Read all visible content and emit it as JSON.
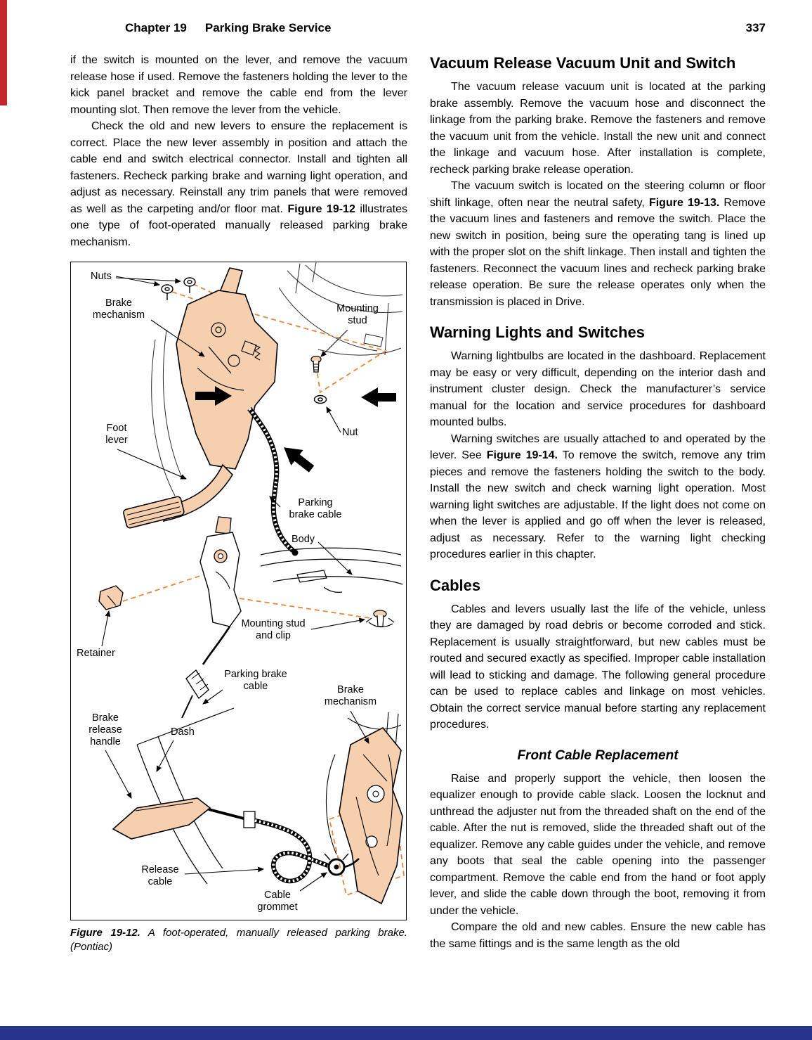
{
  "header": {
    "chapter_label": "Chapter 19",
    "chapter_title": "Parking Brake Service",
    "page_number": "337"
  },
  "accents": {
    "red_margin_bar_color": "#c1272d",
    "blue_footer_bar_color": "#27348b"
  },
  "left_column": {
    "p1": "if the switch is mounted on the lever, and remove the vacuum release hose if used. Remove the fasteners holding the lever to the kick panel bracket and remove the cable end from the lever mounting slot. Then remove the lever from the vehicle.",
    "p2": {
      "before": "Check the old and new levers to ensure the replacement is correct. Place the new lever assembly in position and attach the cable end and switch electrical connector. Install and tighten all fasteners. Recheck parking brake and warning light operation, and adjust as necessary. Reinstall any trim panels that were removed as well as the carpeting and/or floor mat. ",
      "bold": "Figure 19-12",
      "after": " illustrates one type of foot-operated manually released parking brake mechanism."
    }
  },
  "figure": {
    "labels": {
      "nuts": "Nuts",
      "brake_mechanism_top": "Brake\nmechanism",
      "mounting_stud": "Mounting\nstud",
      "foot_lever": "Foot\nlever",
      "nut": "Nut",
      "parking_brake_cable": "Parking\nbrake cable",
      "body": "Body",
      "mounting_stud_clip": "Mounting stud\nand clip",
      "retainer": "Retainer",
      "parking_brake_cable2": "Parking brake\ncable",
      "brake_mechanism_bottom": "Brake\nmechanism",
      "brake_release_handle": "Brake\nrelease\nhandle",
      "dash": "Dash",
      "release_cable": "Release\ncable",
      "cable_grommet": "Cable\ngrommet"
    },
    "caption": {
      "number": "Figure 19-12.",
      "text": " A foot-operated, manually released parking brake. (Pontiac)"
    },
    "colors": {
      "part_shading": "#f6d0ae",
      "assembly_dashed_lines": "#ee8434"
    }
  },
  "right_column": {
    "h_vacuum": "Vacuum Release Vacuum Unit and Switch",
    "p1": "The vacuum release vacuum unit is located at the parking brake assembly. Remove the vacuum hose and disconnect the linkage from the parking brake. Remove the fasteners and remove the vacuum unit from the vehicle. Install the new unit and connect the linkage and vacuum hose. After installation is complete, recheck parking brake release operation.",
    "p2": {
      "before": "The vacuum switch is located on the steering column or floor shift linkage, often near the neutral safety, ",
      "bold": "Figure 19-13.",
      "after": " Remove the vacuum lines and fasteners and remove the switch. Place the new switch in position, being sure the operating tang is lined up with the proper slot on the shift linkage. Then install and tighten the fasteners. Reconnect the vacuum lines and recheck parking brake release operation. Be sure the release operates only when the transmission is placed in Drive."
    },
    "h_warning": "Warning Lights and Switches",
    "p3": "Warning lightbulbs are located in the dashboard. Replacement may be easy or very difficult, depending on the interior dash and instrument cluster design. Check the manufacturer’s service manual for the location and service procedures for dashboard mounted bulbs.",
    "p4": {
      "before": "Warning switches are usually attached to and operated by the lever. See ",
      "bold": "Figure 19-14.",
      "after": " To remove the switch, remove any trim pieces and remove the fasteners holding the switch to the body. Install the new switch and check warning light operation. Most warning light switches are adjustable. If the light does not come on when the lever is applied and go off when the lever is released, adjust as necessary. Refer to the warning light checking procedures earlier in this chapter."
    },
    "h_cables": "Cables",
    "p5": "Cables and levers usually last the life of the vehicle, unless they are damaged by road debris or become corroded and stick. Replacement is usually straightforward, but new cables must be routed and secured exactly as specified. Improper cable installation will lead to sticking and damage. The following general procedure can be used to replace cables and linkage on most vehicles. Obtain the correct service manual before starting any replacement procedures.",
    "h_front_cable": "Front Cable Replacement",
    "p6": "Raise and properly support the vehicle, then loosen the equalizer enough to provide cable slack. Loosen the locknut and unthread the adjuster nut from the threaded shaft on the end of the cable. After the nut is removed, slide the threaded shaft out of the equalizer. Remove any cable guides under the vehicle, and remove any boots that seal the cable opening into the passenger compartment. Remove the cable end from the hand or foot apply lever, and slide the cable down through the boot, removing it from under the vehicle.",
    "p7": "Compare the old and new cables. Ensure the new cable has the same fittings and is the same length as the old"
  }
}
